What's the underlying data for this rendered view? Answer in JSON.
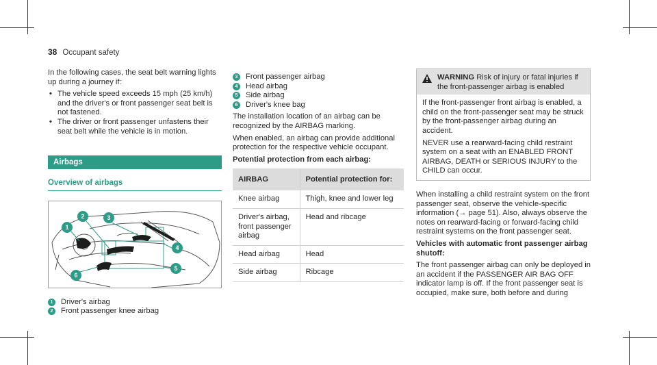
{
  "header": {
    "page_number": "38",
    "title": "Occupant safety"
  },
  "col1": {
    "intro": "In the following cases, the seat belt warning lights up during a journey if:",
    "bullets": [
      "The vehicle speed exceeds 15 mph (25 km/h) and the driver's or front passenger seat belt is not fastened.",
      "The driver or front passenger unfastens their seat belt while the vehicle is in motion."
    ],
    "section_title": "Airbags",
    "subsection_title": "Overview of airbags",
    "legend": [
      {
        "num": "1",
        "label": "Driver's airbag"
      },
      {
        "num": "2",
        "label": "Front passenger knee airbag"
      }
    ],
    "figure_callouts": [
      "1",
      "2",
      "3",
      "4",
      "5",
      "6"
    ]
  },
  "col2": {
    "legend": [
      {
        "num": "3",
        "label": "Front passenger airbag"
      },
      {
        "num": "4",
        "label": "Head airbag"
      },
      {
        "num": "5",
        "label": "Side airbag"
      },
      {
        "num": "6",
        "label": "Driver's knee bag"
      }
    ],
    "para1": "The installation location of an airbag can be recognized by the AIRBAG marking.",
    "para2": "When enabled, an airbag can provide additional protection for the respective vehicle occupant.",
    "table_heading": "Potential protection from each airbag:",
    "table": {
      "headers": [
        "AIRBAG",
        "Potential protection for:"
      ],
      "rows": [
        [
          "Knee airbag",
          "Thigh, knee and lower leg"
        ],
        [
          "Driver's airbag, front passenger airbag",
          "Head and ribcage"
        ],
        [
          "Head airbag",
          "Head"
        ],
        [
          "Side airbag",
          "Ribcage"
        ]
      ]
    }
  },
  "col3": {
    "warning": {
      "label": "WARNING",
      "title": "Risk of injury or fatal injuries if the front-passenger airbag is enabled",
      "body1": "If the front-passenger front airbag is enabled, a child on the front-passenger seat may be struck by the front-passenger airbag during an accident.",
      "body2": "NEVER use a rearward-facing child restraint system on a seat with an ENABLED FRONT AIRBAG, DEATH or SERIOUS INJURY to the CHILD can occur."
    },
    "para1": "When installing a child restraint system on the front passenger seat, observe the vehicle-specific information (→ page 51). Also, always observe the notes on rearward-facing or forward-facing child restraint systems on the front passenger seat.",
    "subheading": "Vehicles with automatic front passenger airbag shutoff:",
    "para2": "The front passenger airbag can only be deployed in an accident if the PASSENGER AIR BAG OFF indicator lamp is off. If the front passenger seat is occupied, make sure, both before and during"
  },
  "colors": {
    "accent": "#2d9c86",
    "table_header": "#dcdcdc",
    "warning_header": "#e0e0e0"
  },
  "icons": {
    "warning": "warning-triangle-icon"
  }
}
